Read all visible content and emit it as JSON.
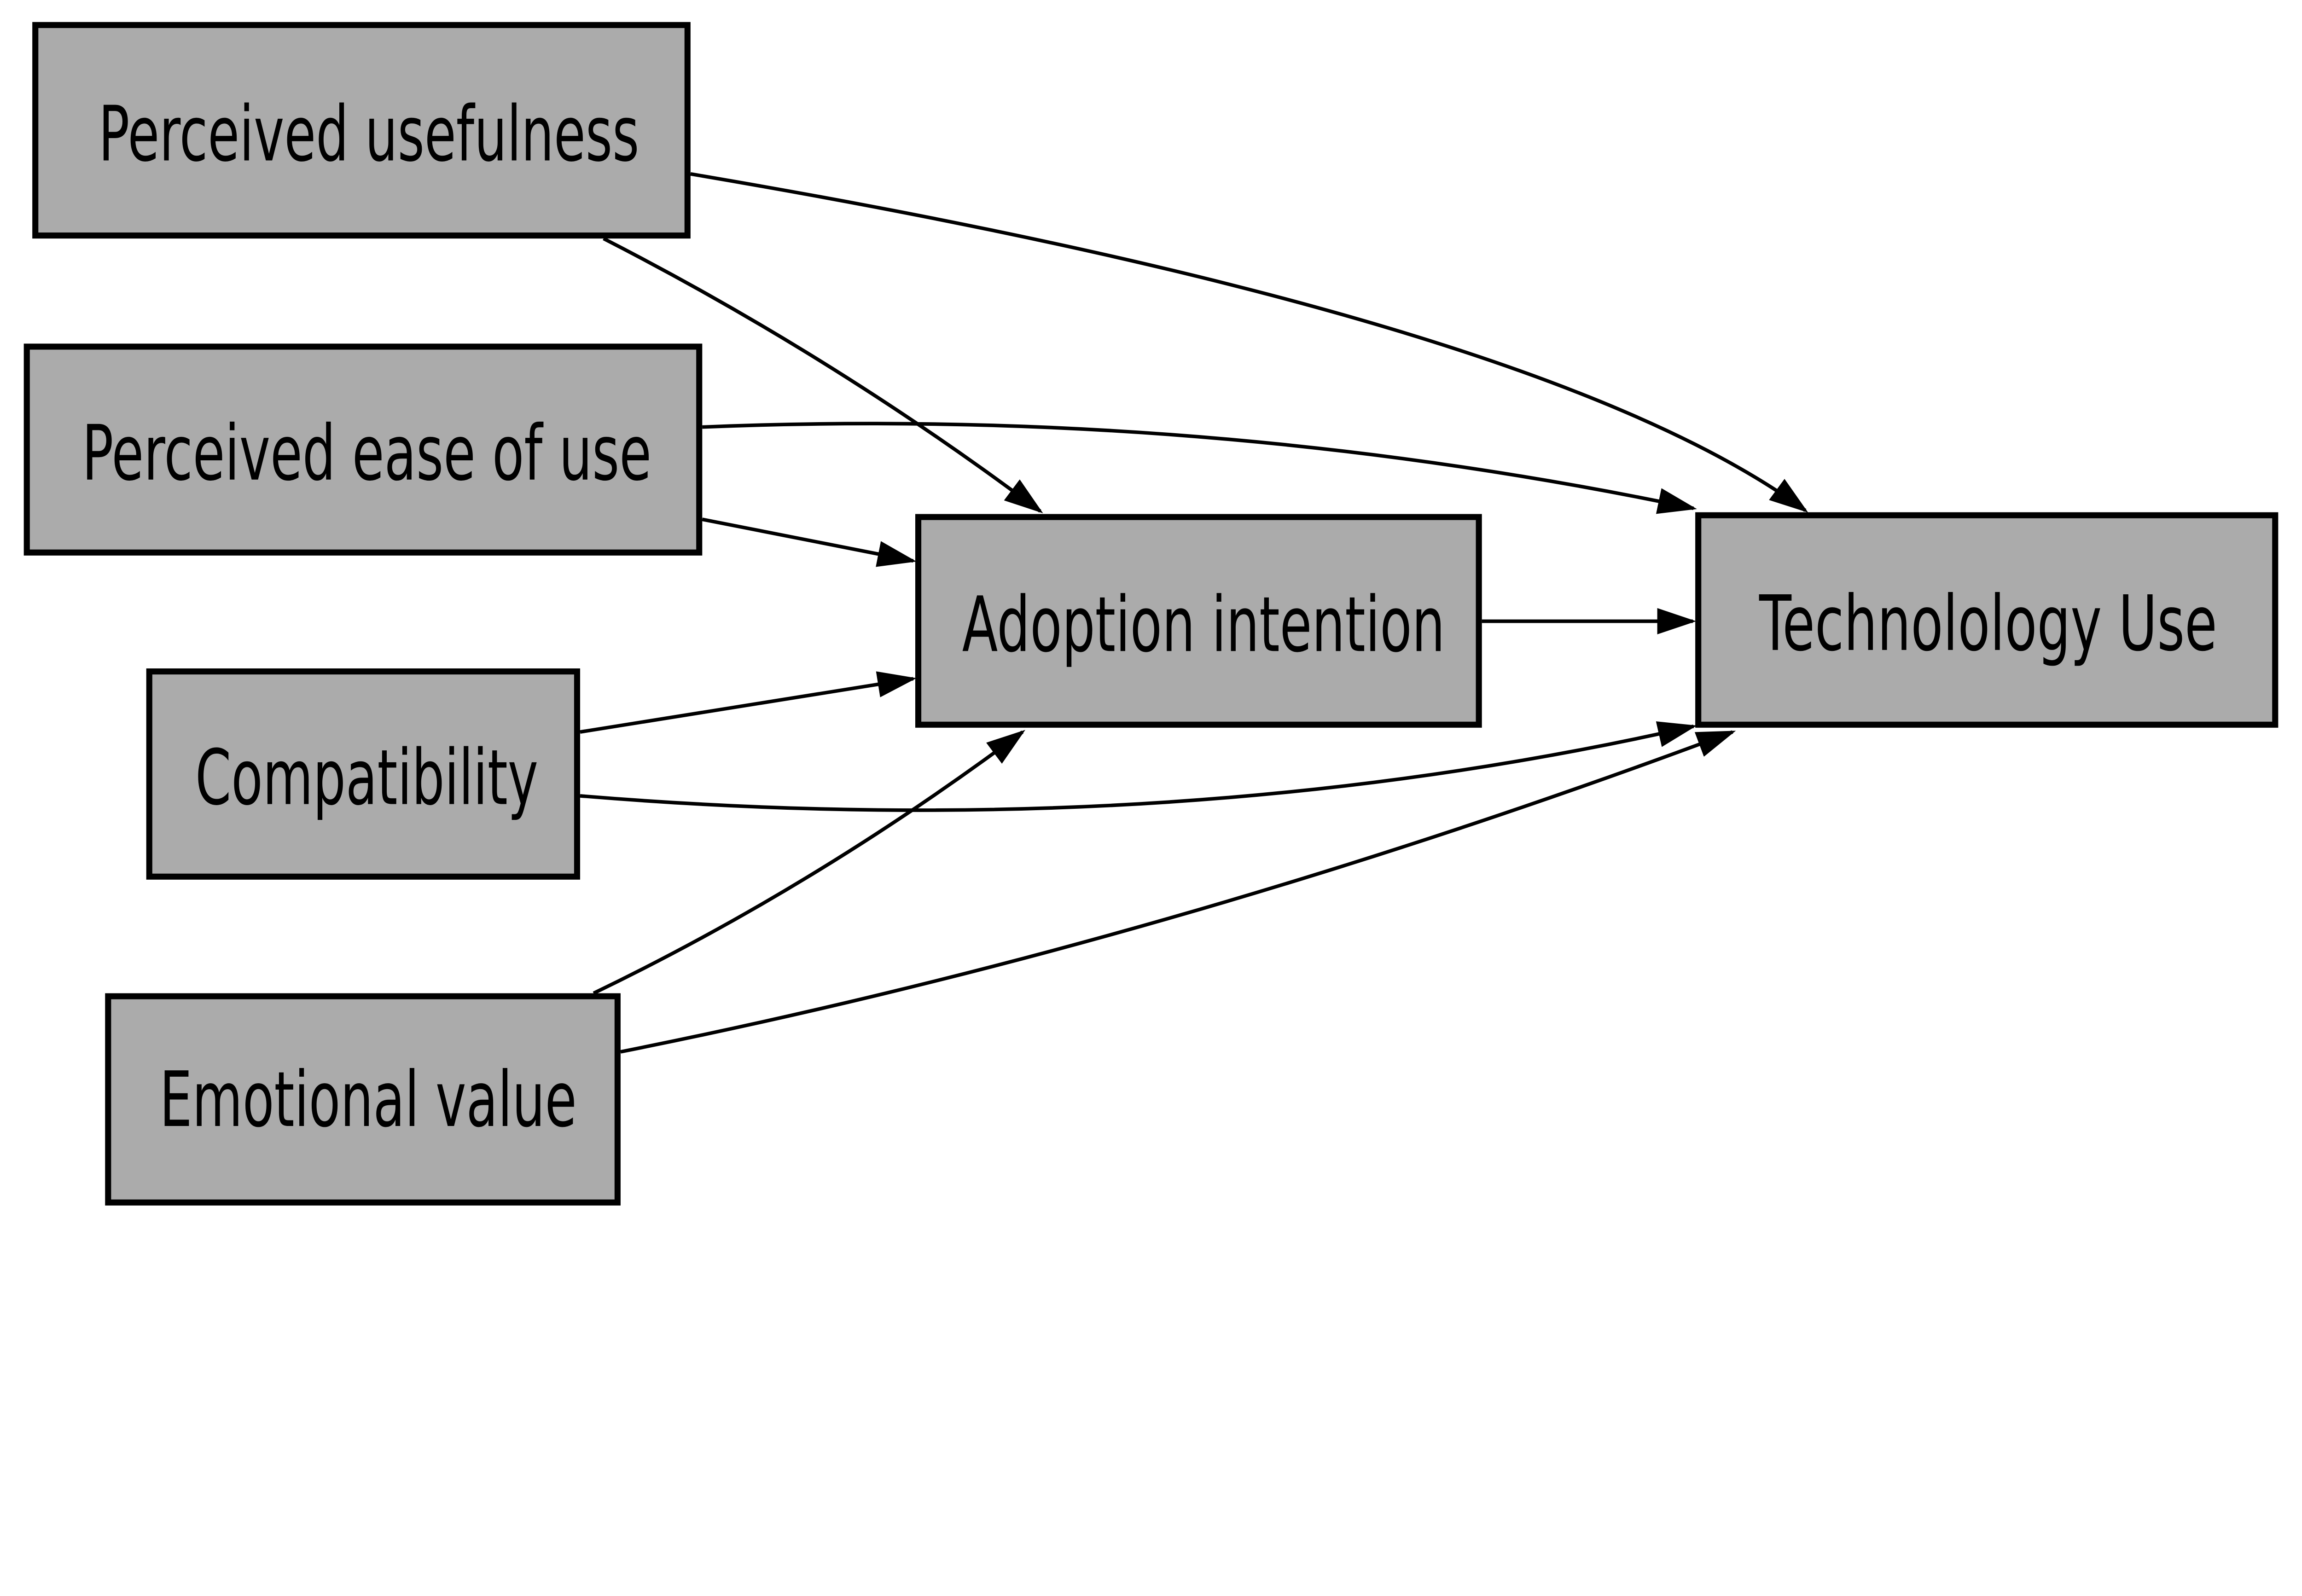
{
  "diagram": {
    "description": "Technology adoption path model",
    "colors": {
      "node-fill": "#ababab",
      "node-border": "#000000",
      "arrow-color": "#000000",
      "text-color": "#000000",
      "background": "#ffffff"
    },
    "nodes": [
      {
        "id": "perceived-usefulness",
        "label": "Perceived usefulness"
      },
      {
        "id": "perceived-ease-of-use",
        "label": "Perceived ease of use"
      },
      {
        "id": "compatibility",
        "label": "Compatibility"
      },
      {
        "id": "emotional-value",
        "label": "Emotional value"
      },
      {
        "id": "adoption-intention",
        "label": "Adoption intention"
      },
      {
        "id": "technology-use",
        "label": "Technolology Use"
      }
    ],
    "edges": [
      {
        "from": "perceived-usefulness",
        "to": "adoption-intention"
      },
      {
        "from": "perceived-usefulness",
        "to": "technology-use"
      },
      {
        "from": "perceived-ease-of-use",
        "to": "adoption-intention"
      },
      {
        "from": "perceived-ease-of-use",
        "to": "technology-use"
      },
      {
        "from": "compatibility",
        "to": "adoption-intention"
      },
      {
        "from": "compatibility",
        "to": "technology-use"
      },
      {
        "from": "emotional-value",
        "to": "adoption-intention"
      },
      {
        "from": "emotional-value",
        "to": "technology-use"
      },
      {
        "from": "adoption-intention",
        "to": "technology-use"
      }
    ]
  }
}
